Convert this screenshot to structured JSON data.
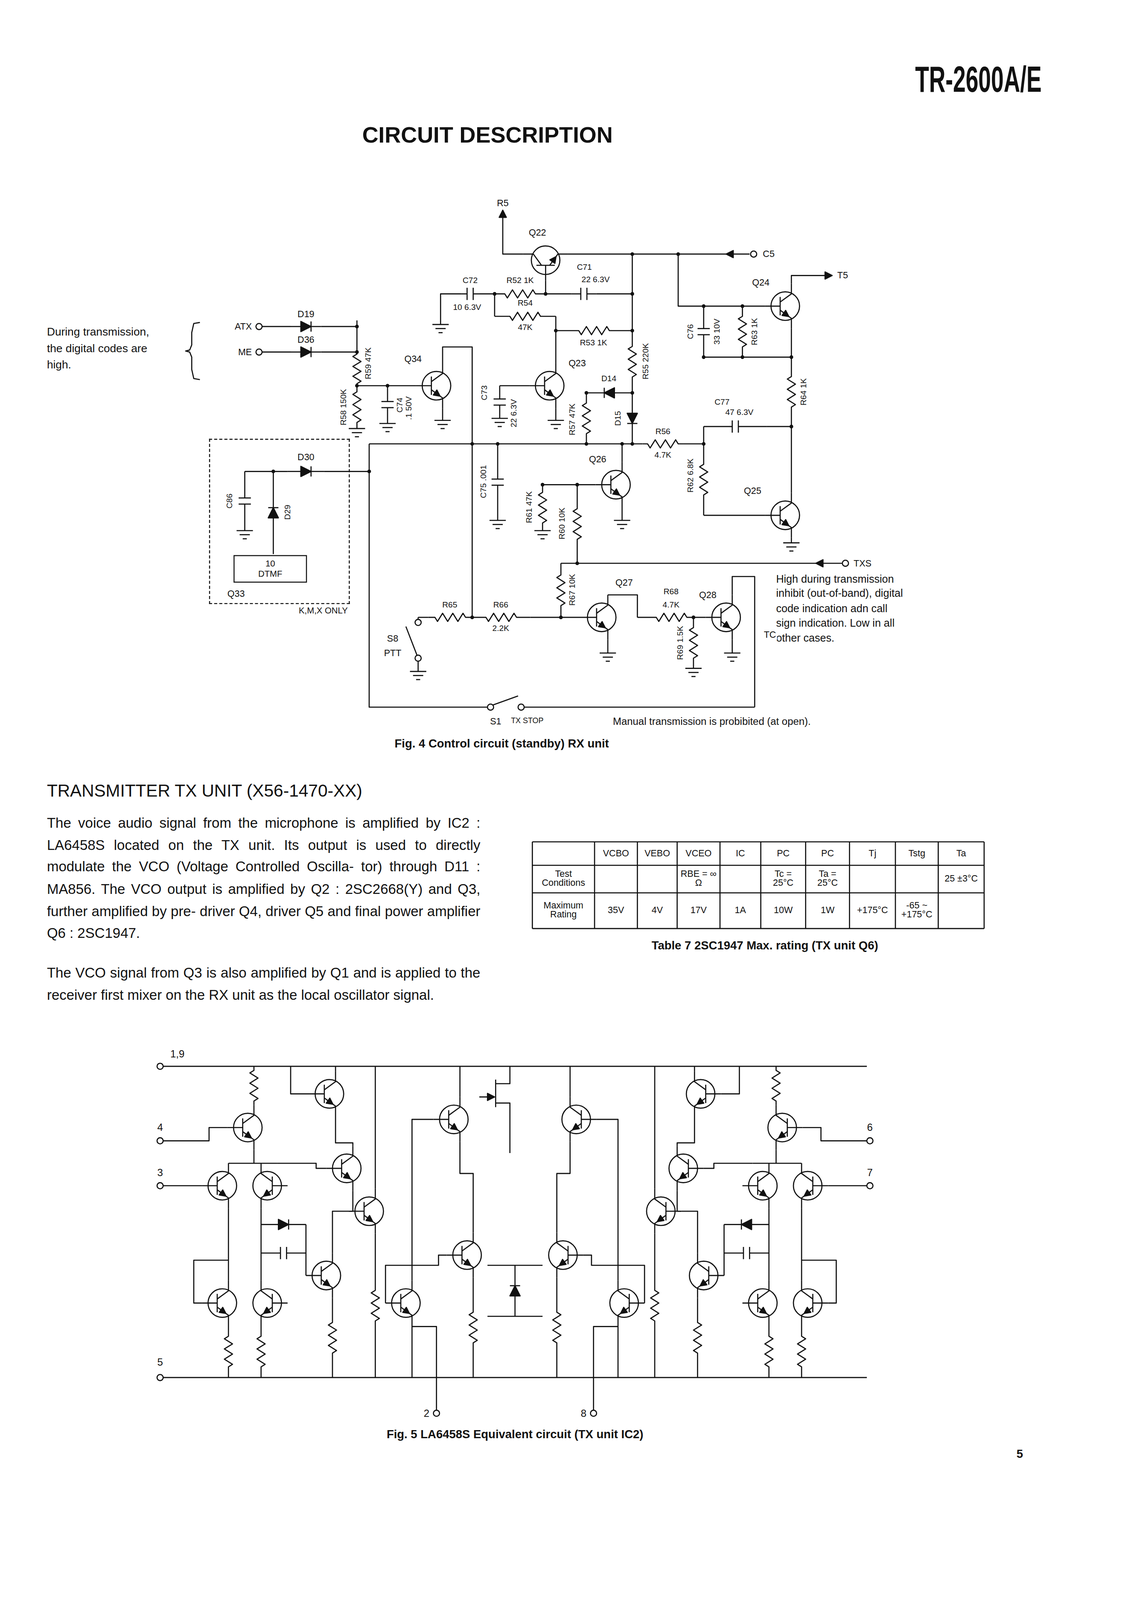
{
  "diagram": {
    "title": "CIRCUIT DESCRIPTION",
    "nodes": [
      {
        "text": [
          "Q33",
          "K,M,X ONLY"
        ]
      },
      {
        "text": [
          "10",
          "DTMF"
        ],
        "in": 0
      }
    ],
    "labels": [
      "TR-2600A/E",
      "R5",
      "Q22",
      "C5",
      "C72",
      "R52 1K",
      "C71",
      "22 6.3V",
      "10 6.3V",
      "R54",
      "47K",
      "R53 1K",
      "R55 220K",
      "Q24",
      "T5",
      "C76",
      "33 10V",
      "R63 1K",
      "During transmission, the digital codes are high.",
      "ATX",
      "D19",
      "ME",
      "D36",
      "R59 47K",
      "Q34",
      "R58 150K",
      "C74",
      ".1 50V",
      "C73",
      "22 6.3V",
      "Q23",
      "D14",
      "R57 47K",
      "D15",
      "R56",
      "4.7K",
      "C77",
      "47 6.3V",
      "R64 1K",
      "Q26",
      "C75 .001",
      "R62 6.8K",
      "Q25",
      "R61 47K",
      "R60 10K",
      "TXS",
      "High during transmission inhibit (out-of-band), digital code indication adn call sign indication. Low in all other cases.",
      "D30",
      "C86",
      "D29",
      "R65",
      "R66",
      "2.2K",
      "R67 10K",
      "Q27",
      "R68",
      "4.7K",
      "Q28",
      "TC",
      "R69 1.5K",
      "S8",
      "PTT",
      "S1",
      "TX STOP",
      "Manual transmission is probibited (at open).",
      "Fig. 4 Control circuit (standby) RX unit",
      "TRANSMITTER TX UNIT (X56-1470-XX)",
      "The voice audio signal from the microphone is amplified by IC2 : LA6458S located on the TX unit. Its output is used to directly modulate the VCO (Voltage Controlled Oscilla- tor) through D11 : MA856. The VCO output is amplified by Q2 : 2SC2668(Y) and Q3, further amplified by pre- driver Q4, driver Q5 and final power amplifier Q6 : 2SC1947.",
      "The VCO signal from Q3 is also amplified by Q1 and is applied to the receiver first mixer on the RX unit as the local oscillator signal.",
      "VCBO",
      "VEBO",
      "VCEO",
      "IC",
      "PC",
      "PC",
      "Tj",
      "Tstg",
      "Ta",
      "Test Conditions",
      "RBE = ∞ Ω",
      "Tc = 25°C",
      "Ta = 25°C",
      "25 ±3°C",
      "Maximum Rating",
      "35V",
      "4V",
      "17V",
      "1A",
      "10W",
      "1W",
      "+175°C",
      "-65 ~ +175°C",
      "Table 7 2SC1947 Max. rating (TX unit Q6)",
      "1,9",
      "4",
      "3",
      "5",
      "2",
      "8",
      "6",
      "7",
      "Fig. 5 LA6458S Equivalent circuit (TX unit IC2)",
      "5"
    ]
  }
}
